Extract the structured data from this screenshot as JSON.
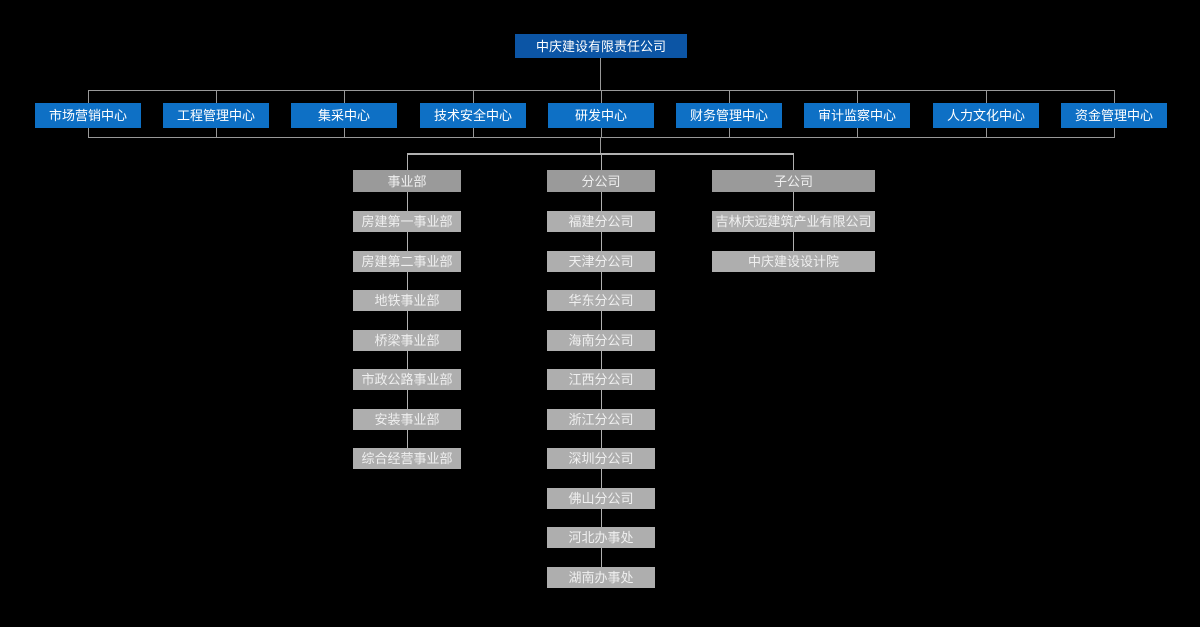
{
  "root": {
    "label": "中庆建设有限责任公司"
  },
  "centers": [
    "市场营销中心",
    "工程管理中心",
    "集采中心",
    "技术安全中心",
    "研发中心",
    "财务管理中心",
    "审计监察中心",
    "人力文化中心",
    "资金管理中心"
  ],
  "groups": [
    {
      "label": "事业部",
      "items": [
        "房建第一事业部",
        "房建第二事业部",
        "地铁事业部",
        "桥梁事业部",
        "市政公路事业部",
        "安装事业部",
        "综合经营事业部"
      ]
    },
    {
      "label": "分公司",
      "items": [
        "福建分公司",
        "天津分公司",
        "华东分公司",
        "海南分公司",
        "江西分公司",
        "浙江分公司",
        "深圳分公司",
        "佛山分公司",
        "河北办事处",
        "湖南办事处"
      ]
    },
    {
      "label": "子公司",
      "items": [
        "吉林庆远建筑产业有限公司",
        "中庆建设设计院"
      ]
    }
  ],
  "colors": {
    "background": "#000000",
    "root_box": "#0c55a5",
    "center_box": "#0e70c5",
    "group_header": "#9a9a9a",
    "item_box": "#aeaeae",
    "connector": "#999999",
    "connector_light": "#b0b0b0",
    "text_blue_box": "#ffffff",
    "text_gray_box": "#efefef"
  }
}
